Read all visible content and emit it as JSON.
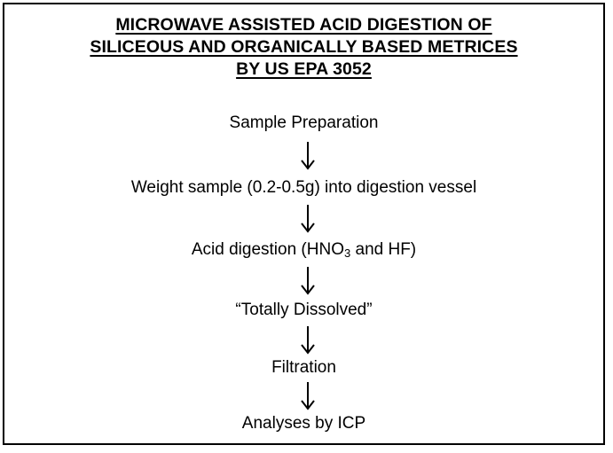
{
  "title": {
    "line1": "MICROWAVE ASSISTED ACID DIGESTION OF",
    "line2": "SILICEOUS AND ORGANICALLY BASED METRICES",
    "line3": "BY US EPA 3052"
  },
  "steps": [
    {
      "label": "Sample Preparation"
    },
    {
      "label": "Weight sample (0.2-0.5g) into digestion vessel"
    },
    {
      "label_prefix": "Acid digestion (HNO",
      "label_sub": "3",
      "label_suffix": " and HF)"
    },
    {
      "label": "“Totally Dissolved”"
    },
    {
      "label": "Filtration"
    },
    {
      "label": "Analyses by ICP"
    }
  ],
  "arrow_color": "#000000"
}
